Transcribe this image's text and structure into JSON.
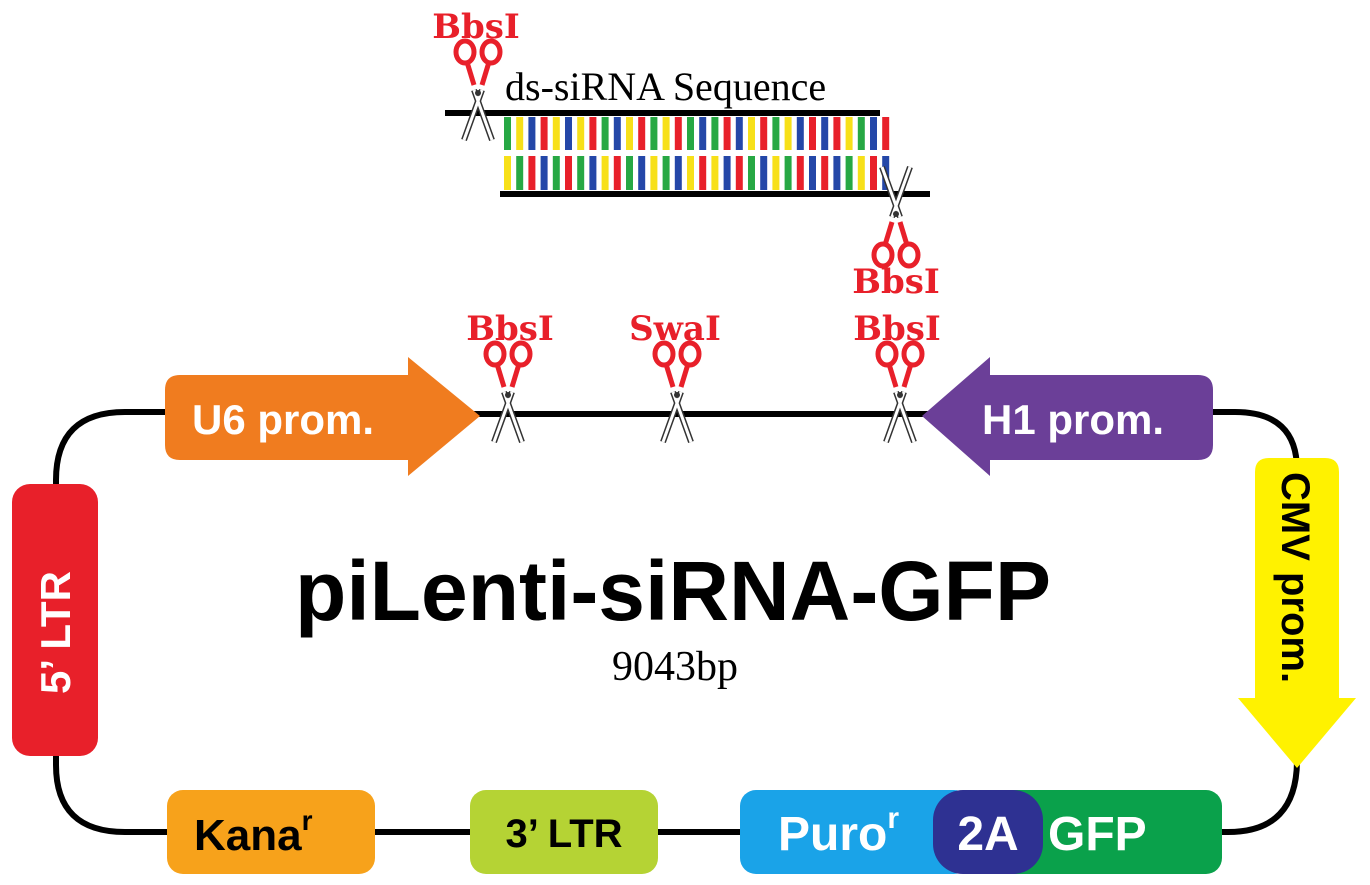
{
  "diagram": {
    "title": "piLenti-siRNA-GFP",
    "size": "9043bp",
    "insert": {
      "label": "ds-siRNA Sequence",
      "left_site": "BbsI",
      "right_site": "BbsI",
      "base_colors": [
        "#27a844",
        "#f7e019",
        "#2447a8",
        "#e8202a"
      ]
    },
    "sites": {
      "bbsi_left": "BbsI",
      "swai": "SwaI",
      "bbsi_right": "BbsI"
    },
    "features": {
      "u6": {
        "label": "U6 prom.",
        "color": "#f07c1f"
      },
      "h1": {
        "label": "H1 prom.",
        "color": "#6b3f98"
      },
      "cmv": {
        "label": "CMV prom.",
        "color": "#fff200"
      },
      "ltr5": {
        "label": "5’ LTR",
        "color": "#e8202a"
      },
      "kana": {
        "label": "Kana",
        "sup": "r",
        "color": "#f7a21b"
      },
      "ltr3": {
        "label": "3’ LTR",
        "color": "#b5d334"
      },
      "puro": {
        "label": "Puro",
        "sup": "r",
        "color": "#1aa3e8"
      },
      "t2a": {
        "label": "2A",
        "color": "#2e3192"
      },
      "gfp": {
        "label": "GFP",
        "color": "#0aa14b"
      }
    },
    "scissor_color": "#e8202a",
    "site_label_color": "#e8202a"
  }
}
